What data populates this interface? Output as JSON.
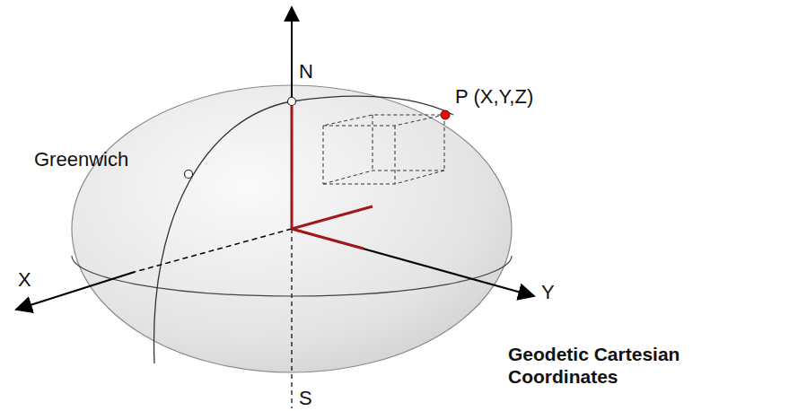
{
  "diagram": {
    "caption": "Geodetic Cartesian Coordinates",
    "labels": [
      "N",
      "P (X,Y,Z)",
      "Greenwich",
      "X",
      "Y",
      "S"
    ]
  }
}
